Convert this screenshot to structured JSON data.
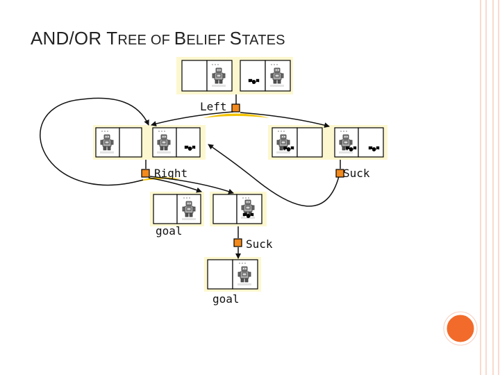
{
  "slide": {
    "title_parts": [
      {
        "text": "AND/OR T",
        "sc": false
      },
      {
        "text": "REE OF ",
        "sc": true
      },
      {
        "text": "B",
        "sc": false
      },
      {
        "text": "ELIEF ",
        "sc": true
      },
      {
        "text": "S",
        "sc": false
      },
      {
        "text": "TATES",
        "sc": true
      }
    ]
  },
  "diagram": {
    "actions": {
      "left": "Left",
      "right": "Right",
      "suck_top": "Suck",
      "suck_bottom": "Suck"
    },
    "goals": {
      "goal_1": "goal",
      "goal_2": "goal"
    },
    "icons": {
      "vacuum": "robot-vacuum-icon",
      "dirt": "dirt-icon",
      "and_node": "and-node-square-icon"
    },
    "colors": {
      "state_fill": "#ffffff",
      "state_background": "#fdf7cf",
      "and_node": "#f28a1d",
      "and_arc": "#f2c200",
      "accent_circle": "#f26b2a",
      "stripe": "#f7cdbd"
    }
  }
}
